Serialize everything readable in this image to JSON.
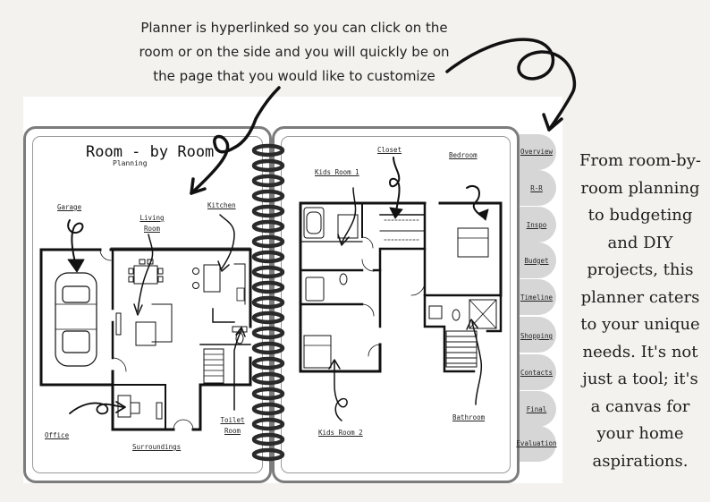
{
  "callout": {
    "line1": "Planner is hyperlinked so you can click on the",
    "line2": "room or on the side and you will quickly be on",
    "line3": "the page that you would like to customize"
  },
  "description": {
    "lines": [
      "From room-by-",
      "room planning",
      "to budgeting",
      "and DIY",
      "projects, this",
      "planner caters",
      "to your unique",
      "needs. It's not",
      "just a tool; it's",
      "a canvas for",
      "your home",
      "aspirations."
    ]
  },
  "left_page": {
    "title": "Room - by Room",
    "subtitle": "Planning",
    "rooms": {
      "garage": "Garage",
      "living_room_1": "Living",
      "living_room_2": "Room",
      "kitchen": "Kitchen",
      "office": "Office",
      "surroundings": "Surroundings",
      "toilet_room_1": "Toilet",
      "toilet_room_2": "Room"
    }
  },
  "right_page": {
    "rooms": {
      "closet": "Closet",
      "bedroom": "Bedroom",
      "kids_room_1": "Kids Room 1",
      "kids_room_2": "Kids Room 2",
      "bathroom": "Bathroom"
    }
  },
  "tabs": {
    "overview": "Overview",
    "rr": "R-R",
    "inspo": "Inspo",
    "budget": "Budget",
    "timeline": "Timeline",
    "shopping": "Shopping",
    "contacts": "Contacts",
    "final": "Final",
    "evaluation": "Evaluation"
  },
  "colors": {
    "background": "#f4f2ee",
    "tab_fill": "#d6d6d6",
    "page_border": "#7c7c7c",
    "ink": "#111111"
  }
}
